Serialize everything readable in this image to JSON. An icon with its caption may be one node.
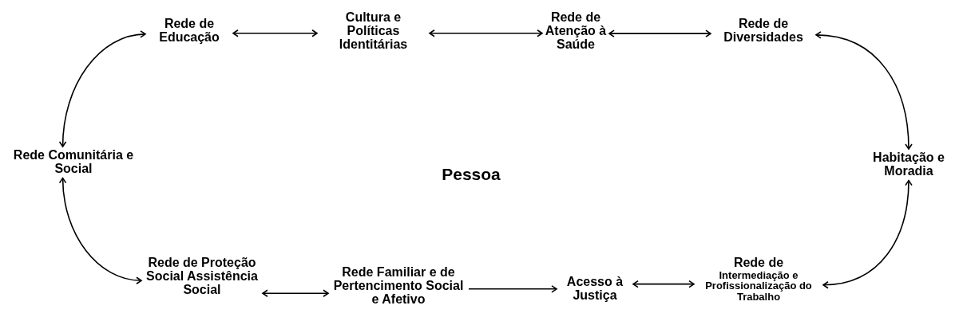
{
  "diagram": {
    "nodes": [
      {
        "text": [
          "Rede de Educação"
        ]
      },
      {
        "text": [
          "Cultura e Políticas Identitárias"
        ]
      },
      {
        "text": [
          "Rede de Atenção à Saúde"
        ]
      },
      {
        "text": [
          "Rede de Diversidades"
        ]
      },
      {
        "text": [
          "Rede Comunitária e Social"
        ]
      },
      {
        "text": [
          "Habitação e Moradia"
        ]
      },
      {
        "text": [
          "Rede de Proteção Social Assistência Social"
        ]
      },
      {
        "text": [
          "Rede Familiar e de Pertencimento Social e Afetivo"
        ]
      },
      {
        "text": [
          "Acesso à Justiça"
        ]
      },
      {
        "text": [
          "Rede de",
          "Intermediação e Profissionalização do Trabalho"
        ]
      }
    ],
    "edges": [
      {
        "from": 0,
        "to": 1,
        "arrow": "both"
      },
      {
        "from": 1,
        "to": 2,
        "arrow": "both"
      },
      {
        "from": 2,
        "to": 3,
        "arrow": "both"
      },
      {
        "from": 4,
        "to": 0,
        "arrow": "both"
      },
      {
        "from": 3,
        "to": 5,
        "arrow": "both"
      },
      {
        "from": 4,
        "to": 6,
        "arrow": "both"
      },
      {
        "from": 9,
        "to": 5,
        "arrow": "both"
      },
      {
        "from": 6,
        "to": 7,
        "arrow": "both"
      },
      {
        "from": 7,
        "to": 8,
        "arrow": "to"
      },
      {
        "from": 8,
        "to": 9,
        "arrow": "both"
      }
    ],
    "labels": [
      "Pessoa"
    ]
  }
}
